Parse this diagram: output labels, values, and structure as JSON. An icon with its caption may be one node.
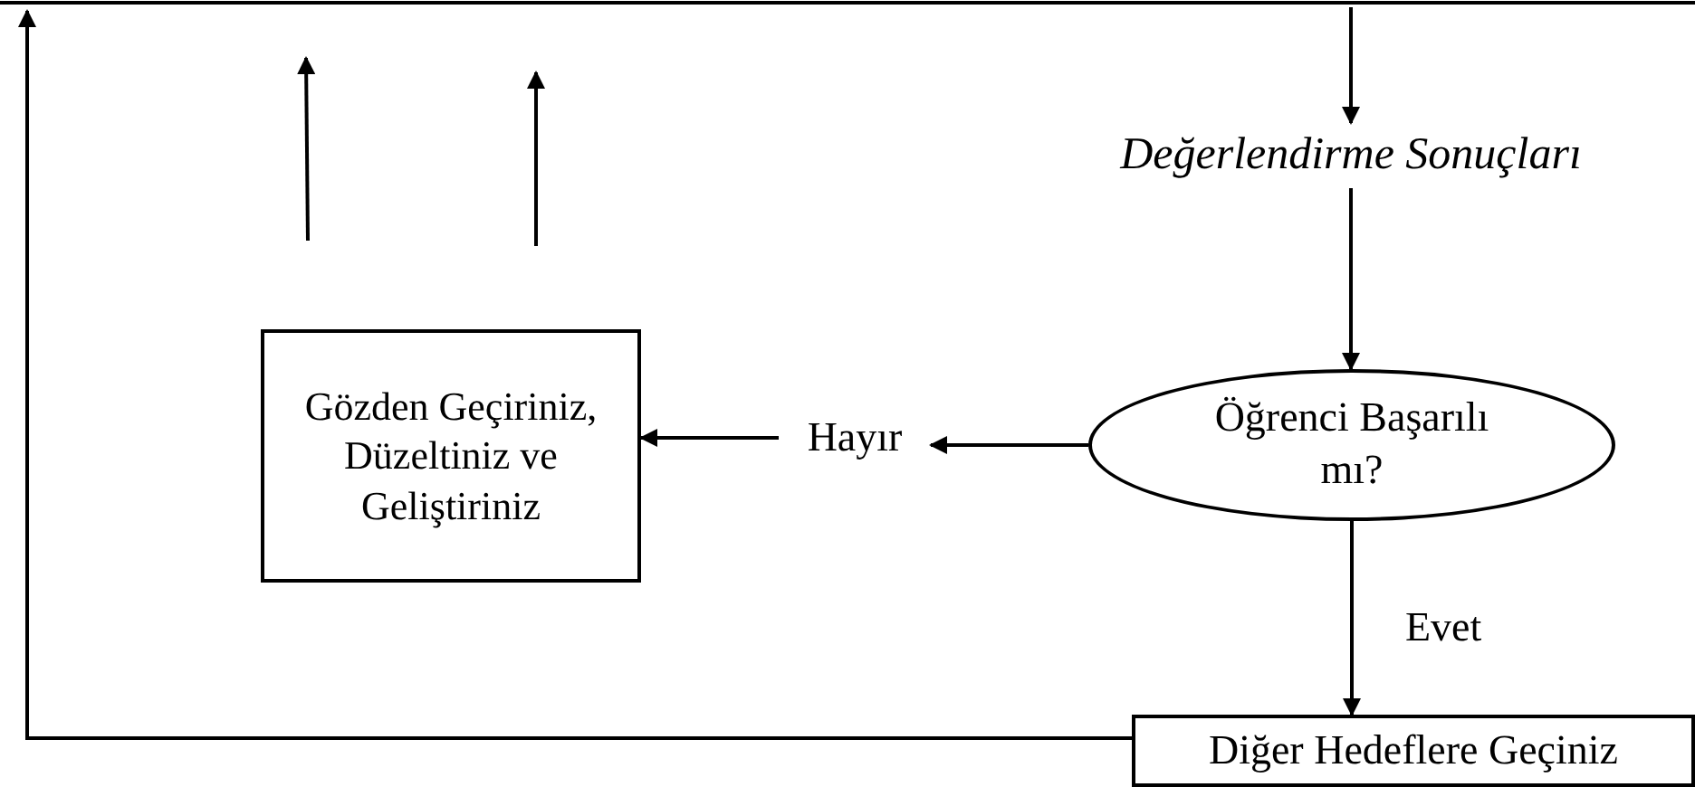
{
  "diagram": {
    "nodes": [
      {
        "text": [
          "Değerlendirme Sonuçları"
        ]
      },
      {
        "text": [
          "Öğrenci Başarılı mı?"
        ]
      },
      {
        "text": [
          "Hayır"
        ]
      },
      {
        "text": [
          "Gözden Geçiriniz, Düzeltiniz ve Geliştiriniz"
        ]
      },
      {
        "text": [
          "Diğer Hedeflere Geçiniz"
        ]
      }
    ],
    "edges": [
      {
        "from": null,
        "to": 0,
        "arrow": "to"
      },
      {
        "from": 0,
        "to": 1,
        "arrow": "to"
      },
      {
        "from": 1,
        "to": 2,
        "arrow": "to"
      },
      {
        "from": 2,
        "to": 3,
        "arrow": "to"
      },
      {
        "from": 1,
        "to": 4,
        "label": "Evet",
        "arrow": "to"
      },
      {
        "from": 4,
        "to": null,
        "arrow": "to"
      }
    ]
  }
}
